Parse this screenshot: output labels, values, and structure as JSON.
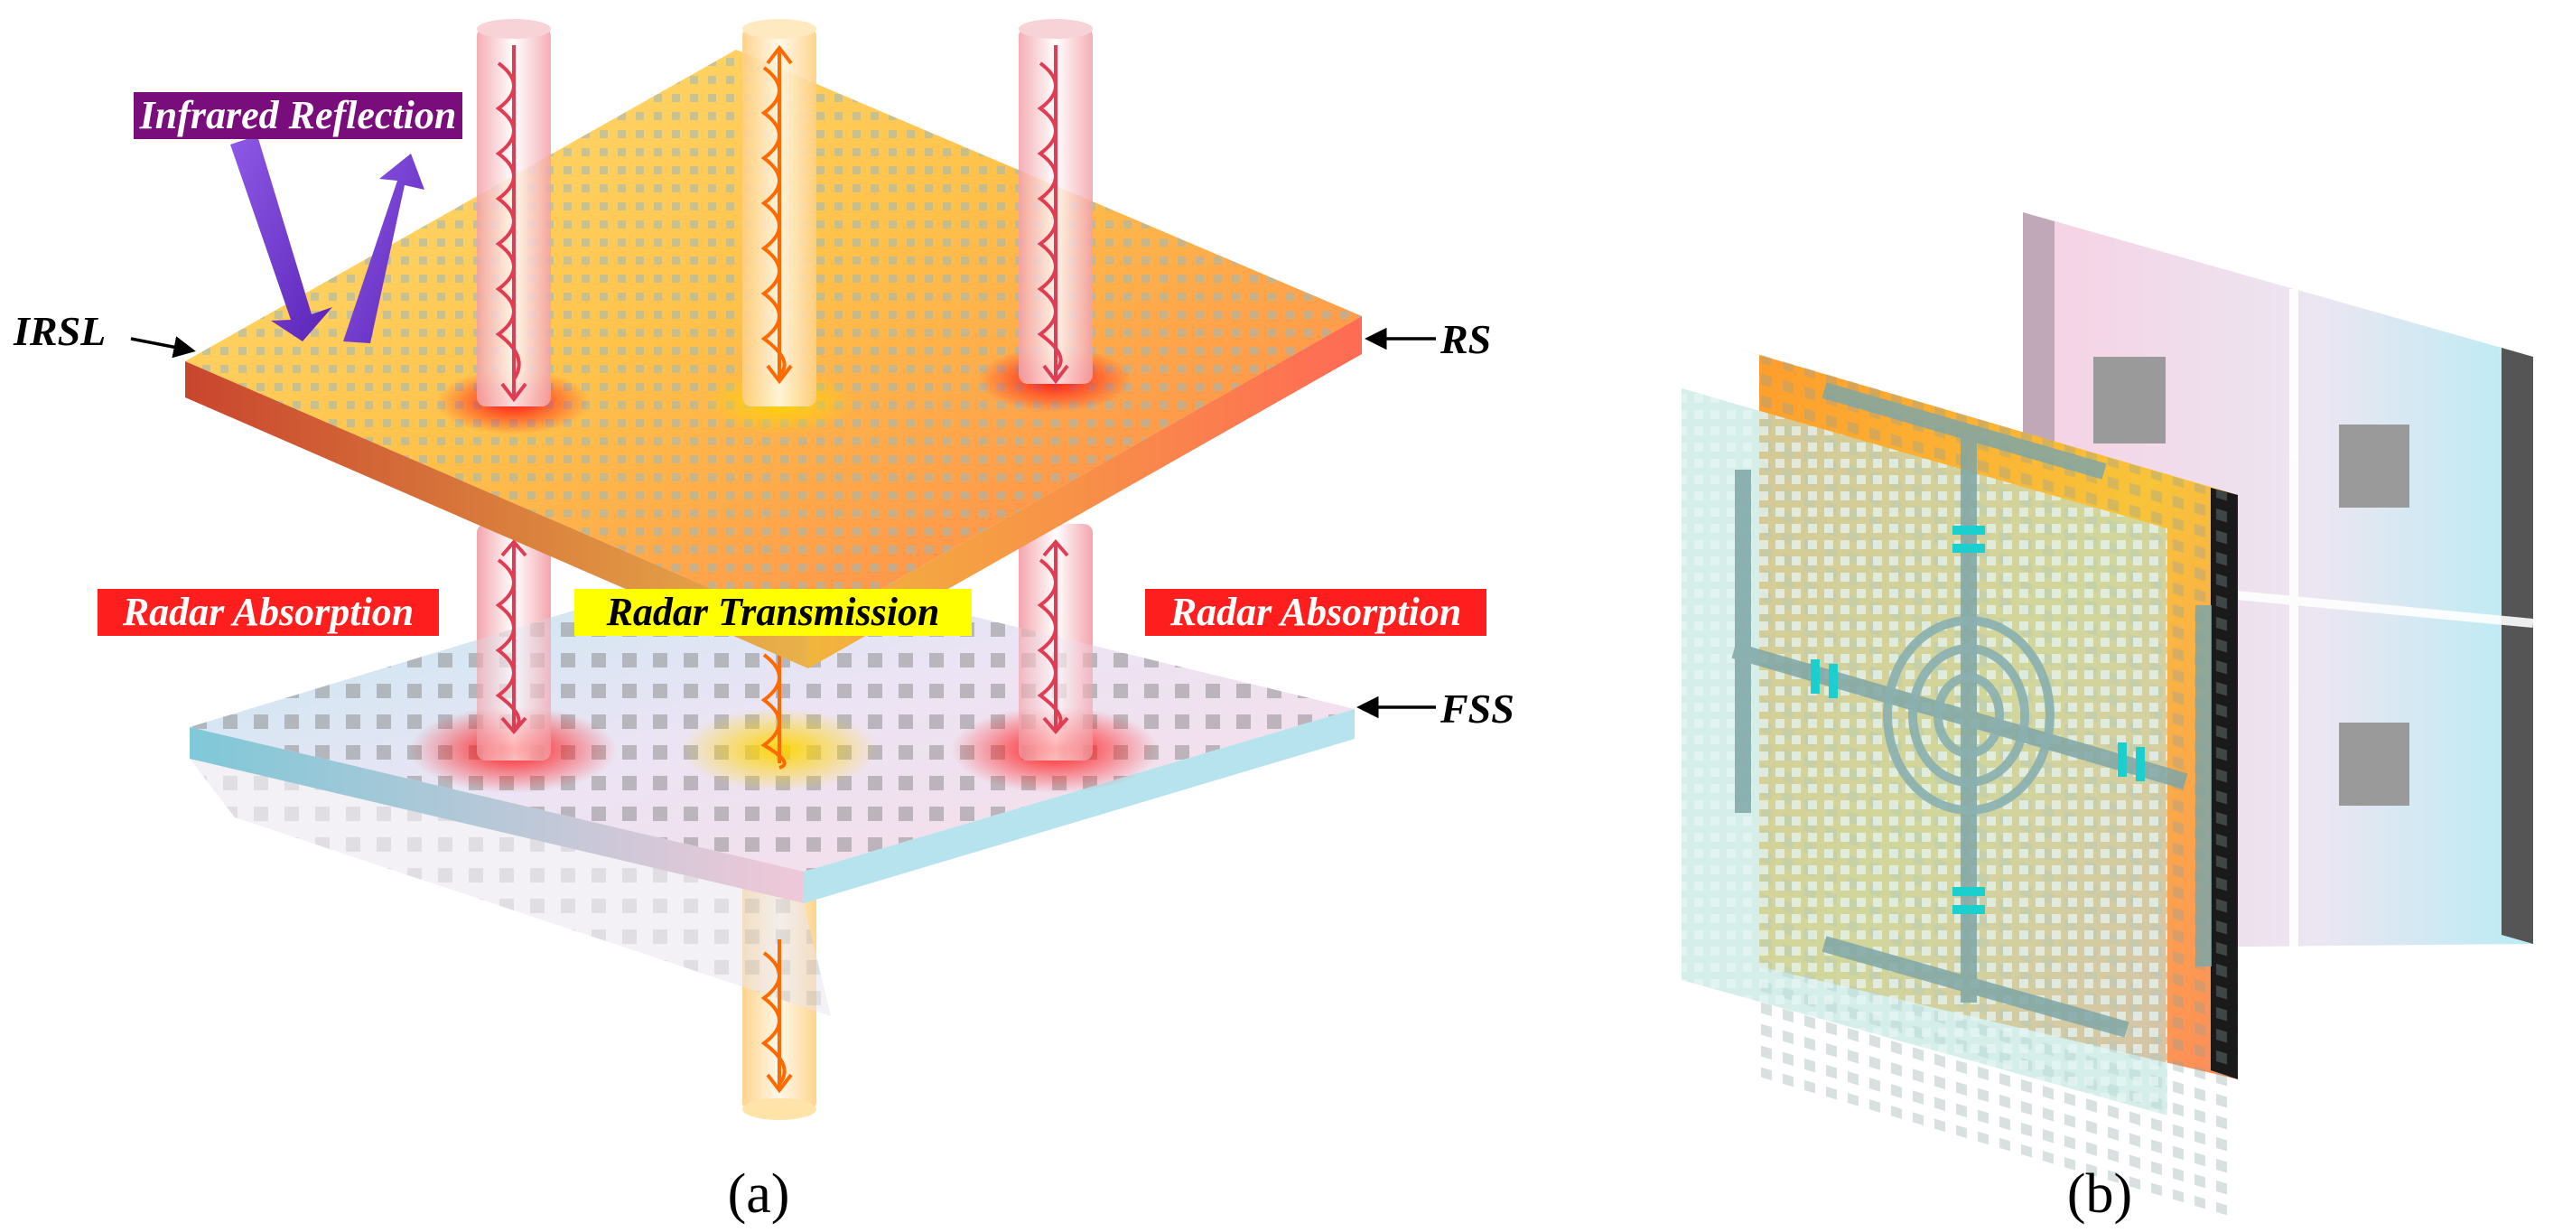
{
  "labels": {
    "infrared_reflection": "Infrared Reflection",
    "radar_absorption_left": "Radar Absorption",
    "radar_transmission": "Radar Transmission",
    "radar_absorption_right": "Radar Absorption",
    "irsl": "IRSL",
    "rs": "RS",
    "fss": "FSS"
  },
  "captions": {
    "a": "(a)",
    "b": "(b)"
  },
  "colors": {
    "infrared_tag_bg": "#7a0d7c",
    "infrared_tag_text": "#ffffff",
    "absorption_tag_bg": "#ff1e1e",
    "absorption_tag_text": "#ffffff",
    "transmission_tag_bg": "#ffff00",
    "transmission_tag_text": "#000000",
    "beam_absorb": "#e8455c",
    "beam_transmit": "#ff7a00",
    "infrared_arrow": "#7a3fd0"
  }
}
